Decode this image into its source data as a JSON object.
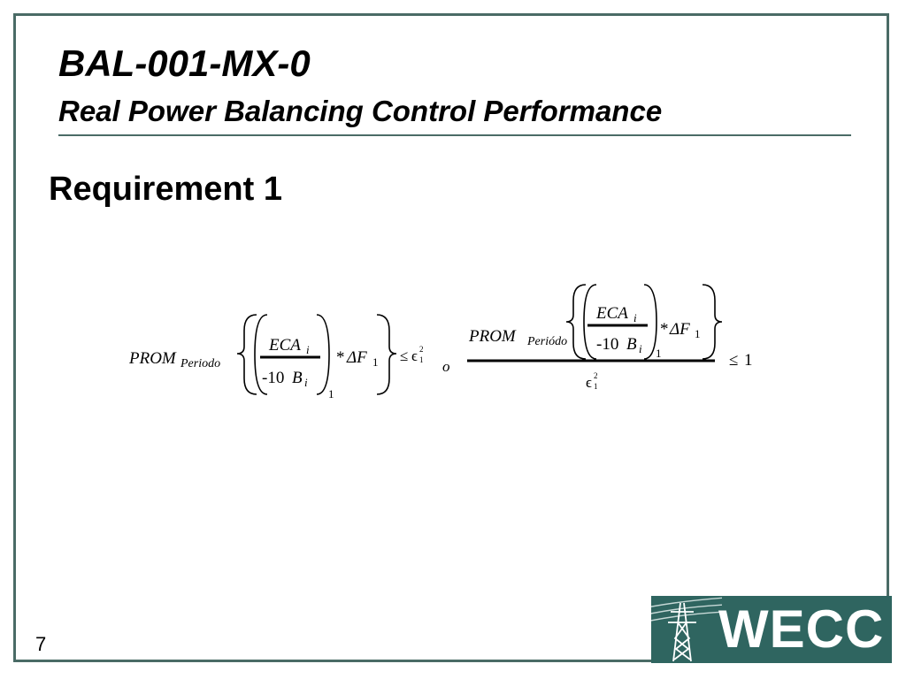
{
  "slide": {
    "title": "BAL-001-MX-0",
    "subtitle": "Real Power Balancing Control Performance",
    "heading": "Requirement 1",
    "page_number": "7"
  },
  "formula": {
    "prom": "PROM",
    "periodo_left": "Periodo",
    "periodo_right": "Periódo",
    "eca": "ECA",
    "sub_i": "i",
    "neg_ten": "-10",
    "b": "B",
    "star": "*",
    "delta_f": "ΔF",
    "sub_1": "1",
    "leq": "≤",
    "epsilon": "ϵ",
    "sup_2": "2",
    "or_word": "o",
    "one": "1"
  },
  "logo": {
    "text": "WECC",
    "icon": "transmission-tower-icon"
  },
  "colors": {
    "frame": "#4a6b66",
    "logo_bg": "#2f6560",
    "logo_text": "#ffffff"
  }
}
